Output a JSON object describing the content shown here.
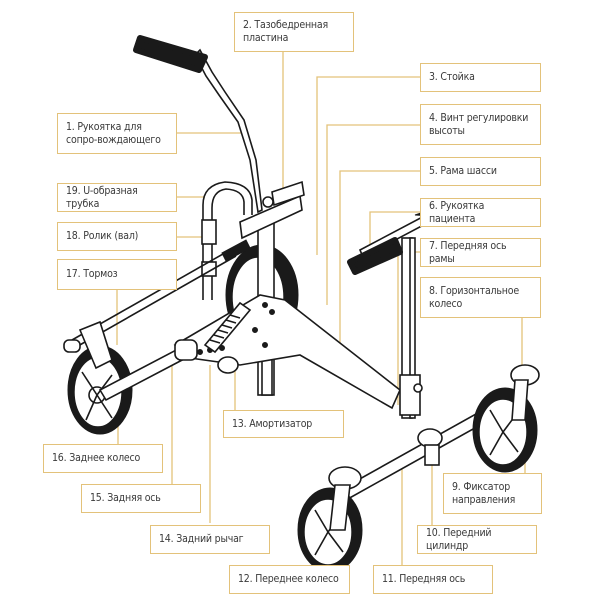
{
  "diagram": {
    "title": "Walker components",
    "accent_color": "#e3c27a",
    "labels": [
      {
        "id": 1,
        "text": "1. Рукоятка для сопро-вождающего"
      },
      {
        "id": 2,
        "text": "2. Тазобедренная пластина"
      },
      {
        "id": 3,
        "text": "3. Стойка"
      },
      {
        "id": 4,
        "text": "4. Винт регулировки высоты"
      },
      {
        "id": 5,
        "text": "5. Рама шасси"
      },
      {
        "id": 6,
        "text": "6. Рукоятка пациента"
      },
      {
        "id": 7,
        "text": "7. Передняя ось рамы"
      },
      {
        "id": 8,
        "text": "8. Горизонтальное колесо"
      },
      {
        "id": 9,
        "text": "9. Фиксатор направления"
      },
      {
        "id": 10,
        "text": "10. Передний цилиндр"
      },
      {
        "id": 11,
        "text": "11. Передняя ось"
      },
      {
        "id": 12,
        "text": "12. Переднее колесо"
      },
      {
        "id": 13,
        "text": "13. Амортизатор"
      },
      {
        "id": 14,
        "text": "14. Задний рычаг"
      },
      {
        "id": 15,
        "text": "15. Задняя ось"
      },
      {
        "id": 16,
        "text": "16. Заднее колесо"
      },
      {
        "id": 17,
        "text": "17. Тормоз"
      },
      {
        "id": 18,
        "text": "18. Ролик (вал)"
      },
      {
        "id": 19,
        "text": "19. U-образная трубка"
      }
    ]
  }
}
